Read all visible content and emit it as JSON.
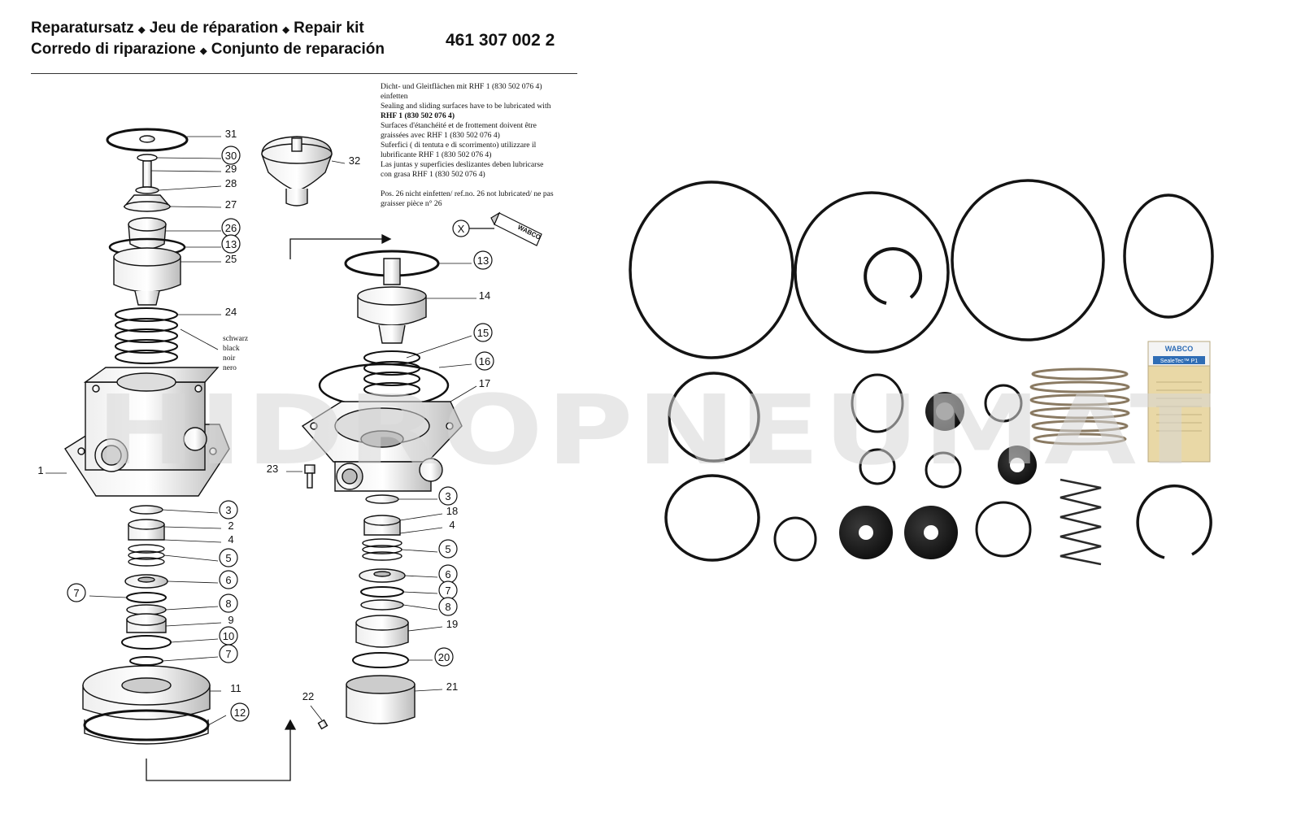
{
  "header": {
    "line1": [
      "Reparatursatz",
      "Jeu de réparation",
      "Repair kit"
    ],
    "line2": [
      "Corredo di riparazione",
      "Conjunto de reparación"
    ],
    "separator": "◆",
    "part_number": "461 307 002 2"
  },
  "lubrication_note": {
    "lines": [
      "Dicht- und Gleitflächen mit  RHF 1 (830 502 076 4)",
      "einfetten",
      "Sealing and sliding surfaces have to be lubricated  with",
      "RHF 1 (830 502 076 4)",
      "Surfaces d'étanchéité et de frottement doivent être",
      "graissées avec RHF 1 (830 502 076 4)",
      "Suferfici ( di tentuta e di scorrimento) utilizzare il",
      "lubrificante RHF 1 (830 502 076 4)",
      "Las juntas y superficies deslizantes deben lubricarse",
      "con grasa RHF 1 (830 502 076 4)"
    ],
    "pos26_line1": "Pos. 26 nicht einfetten/ ref.no. 26 not lubricated/ ne pas",
    "pos26_line2": "graisser pièce n° 26"
  },
  "tube": {
    "marker": "X",
    "brand": "WABCO"
  },
  "spring_color_note": [
    "schwarz",
    "black",
    "noir",
    "nero"
  ],
  "callouts_left": [
    "31",
    "30",
    "29",
    "28",
    "27",
    "26",
    "13",
    "25",
    "24",
    "1",
    "3",
    "2",
    "4",
    "5",
    "6",
    "7",
    "8",
    "9",
    "10",
    "7",
    "11",
    "12"
  ],
  "callouts_right": [
    "32",
    "13",
    "14",
    "15",
    "16",
    "17",
    "23",
    "3",
    "18",
    "4",
    "5",
    "6",
    "7",
    "8",
    "19",
    "20",
    "21",
    "22"
  ],
  "watermark": "HIDROPNEUMAT",
  "photo_packet": {
    "brand": "WABCO",
    "label": "SealeTec™ P1"
  },
  "colors": {
    "line": "#111111",
    "seal": "#1a1a1a",
    "spring": "#8a7a62",
    "packet": "#e9d8a6",
    "packet_label": "#2f6db5"
  }
}
